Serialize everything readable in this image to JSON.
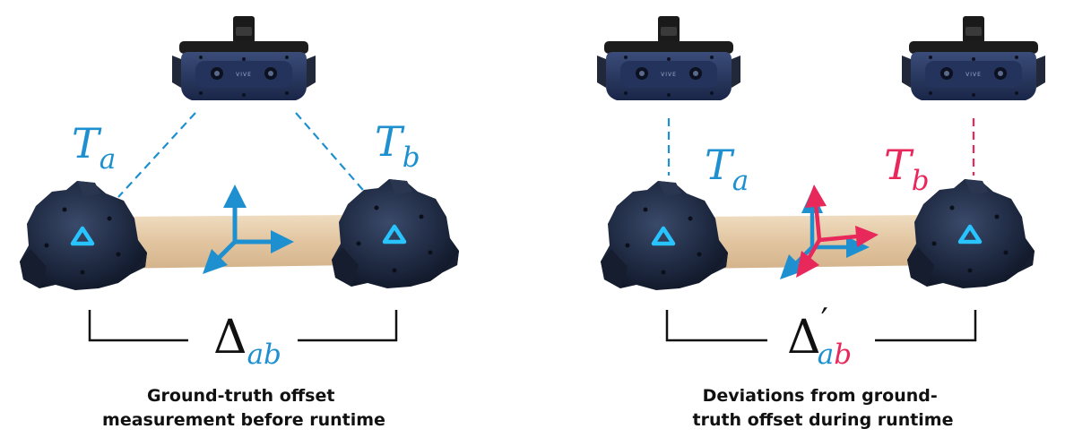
{
  "colors": {
    "blue": "#1e90d0",
    "red": "#e8285a",
    "headset": "#1b2a4a",
    "tracker": "#1c2538",
    "wood": "#e3c9a5",
    "text": "#111111"
  },
  "left_panel": {
    "label_a": {
      "base": "T",
      "sub": "a"
    },
    "label_b": {
      "base": "T",
      "sub": "b"
    },
    "delta": {
      "base": "Δ",
      "sub": "ab"
    },
    "caption": [
      "Ground-truth offset",
      "measurement before runtime"
    ]
  },
  "right_panel": {
    "label_a": {
      "base": "T",
      "sub": "a"
    },
    "label_b": {
      "base": "T",
      "sub": "b"
    },
    "delta": {
      "base": "Δ",
      "prime": "′",
      "sub": "ab"
    },
    "caption": [
      "Deviations from ground-",
      "truth offset during runtime"
    ]
  },
  "icons": {
    "headset": "vr-headset-icon",
    "tracker": "vr-tracker-icon",
    "axes": "coordinate-axes-icon"
  }
}
